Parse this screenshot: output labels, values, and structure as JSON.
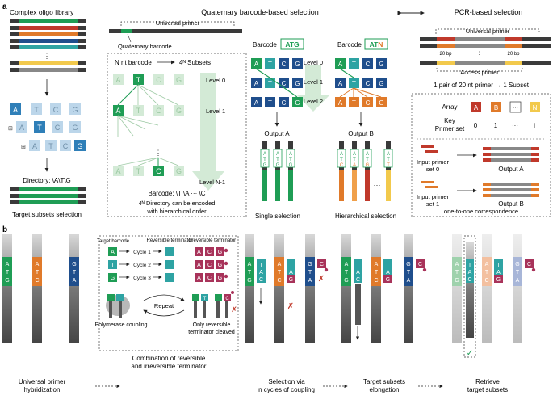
{
  "colors": {
    "green": "#1f9d55",
    "blue": "#1f4e8c",
    "teal": "#2ea3a3",
    "orange": "#e07a2a",
    "red": "#c0392b",
    "yellow": "#f2c94c",
    "dark": "#3a3a3a",
    "grey": "#888888",
    "lightgreen": "#d3ead6",
    "lightblue": "#a8c8e8",
    "magenta": "#a8335a"
  },
  "panel_a": {
    "label": "a",
    "left": {
      "title": "Complex oligo library",
      "letters": [
        "A",
        "T",
        "C",
        "G"
      ],
      "directory": "Directory: \\A\\T\\G",
      "caption": "Target subsets selection"
    },
    "middle": {
      "title": "Quaternary barcode-based selection",
      "universal_primer": "Universal primer",
      "quaternary_barcode": "Quaternary barcode",
      "nnt_barcode": "N nt barcode",
      "subsets": "4ᴺ Subsets",
      "levels": [
        "Level 0",
        "Level 1",
        "Level N-1"
      ],
      "tree_letters": [
        "A",
        "T",
        "C",
        "G"
      ],
      "barcode_label": "Barcode: \\T \\A ··· \\C",
      "encode_line1": "4ᴺ Directory can be encoded",
      "encode_line2": "with hierarchical order",
      "barcode_word": "Barcode",
      "barcode_atg": "ATG",
      "barcode_atn_prefix": "AT",
      "barcode_atn_suffix": "N",
      "grid_levels": [
        "Level 0",
        "Level 1",
        "Level 2"
      ],
      "output_a": "Output A",
      "output_b": "Output B",
      "single_selection": "Single selection",
      "hierarchical_selection": "Hierarchical selection",
      "ellipsis": "···"
    },
    "right": {
      "title": "PCR-based selection",
      "universal_primer": "Universal primer",
      "bp_left": "20 bp",
      "bp_right": "20 bp",
      "access_primer": "Access primer",
      "pair_rule": "1 pair of 20 nt primer  →  1 Subset",
      "array_label": "Array",
      "array_items": [
        "A",
        "B",
        "···",
        "N"
      ],
      "key_label_1": "Key",
      "key_label_2": "Primer set",
      "key_values": [
        "0",
        "1",
        "···",
        "i"
      ],
      "input0": "Input primer",
      "input0b": "set 0",
      "input1": "Input primer",
      "input1b": "set 1",
      "out_a": "Output A",
      "out_b": "Output B",
      "correspondence": "one-to-one correspondence"
    }
  },
  "panel_b": {
    "label": "b",
    "target_barcode": "Target barcode",
    "reversible_terminator": "Reversible terminator",
    "irreversible_terminator": "Irreversible terminator",
    "cycles": [
      "Cycle 1",
      "Cycle 2",
      "Cycle 3"
    ],
    "repeat": "Repeat",
    "polymerase_coupling": "Polymerase coupling",
    "only_reversible": "Only reversible",
    "terminator_cleaved": "terminator cleaved",
    "combination_line1": "Combination of reversible",
    "combination_line2": "and irreversible terminator",
    "step1_line1": "Universal primer",
    "step1_line2": "hybridization",
    "step2_line1": "Selection via",
    "step2_line2": "n cycles of coupling",
    "step3_line1": "Target subsets",
    "step3_line2": "elongation",
    "step4_line1": "Retrieve",
    "step4_line2": "target subsets",
    "codons": [
      "ATG",
      "ATC",
      "GTA"
    ]
  }
}
